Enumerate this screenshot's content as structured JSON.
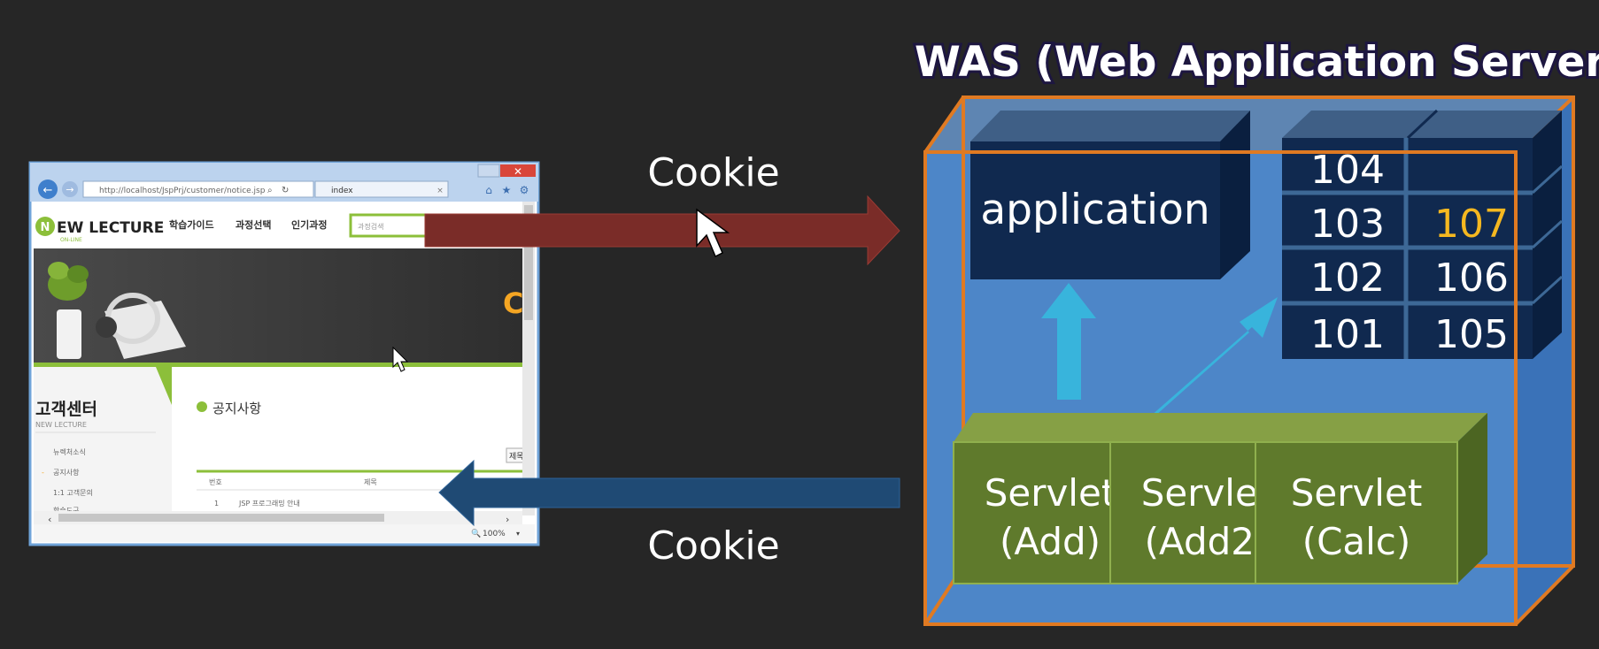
{
  "was_title": "WAS (Web Application Server)",
  "cookie_request_label": "Cookie",
  "cookie_response_label": "Cookie",
  "application_label": "application",
  "storage_cells": [
    {
      "left": "104",
      "right": ""
    },
    {
      "left": "103",
      "right": "107"
    },
    {
      "left": "102",
      "right": "106"
    },
    {
      "left": "101",
      "right": "105"
    }
  ],
  "servlets": [
    {
      "line1": "Servlet",
      "line2": "(Add)"
    },
    {
      "line1": "Servlet",
      "line2": "(Add2)"
    },
    {
      "line1": "Servlet",
      "line2": "(Calc)"
    }
  ],
  "browser": {
    "address": "http://localhost/JspPrj/customer/notice.jsp",
    "tab_label": "index",
    "logo": "EW LECTURE",
    "logo_sub": "ON-LINE",
    "nav": [
      "학습가이드",
      "과정선택",
      "인기과정"
    ],
    "search_placeholder": "과정검색",
    "hero_letter": "C",
    "side_title": "고객센터",
    "side_sub": "NEW LECTURE",
    "side_menu": [
      "뉴렉처소식",
      "공지사항",
      "1:1 고객문의",
      "학습도구"
    ],
    "section_title": "공지사항",
    "search_button": "제목",
    "table_headers": [
      "번호",
      "제목"
    ],
    "table_row": [
      "1",
      "JSP 프로그래밍 안내"
    ],
    "zoom": "100%"
  },
  "colors": {
    "background": "#262626",
    "request_arrow": "#7a2c28",
    "response_arrow": "#1f4a74",
    "was_frame": "#e07a22",
    "was_fill": "#4d86c8",
    "dark_block": "#10294f",
    "servlet": "#5f7a2c",
    "highlight_number": "#f5b820",
    "up_arrow": "#38b4dc"
  }
}
